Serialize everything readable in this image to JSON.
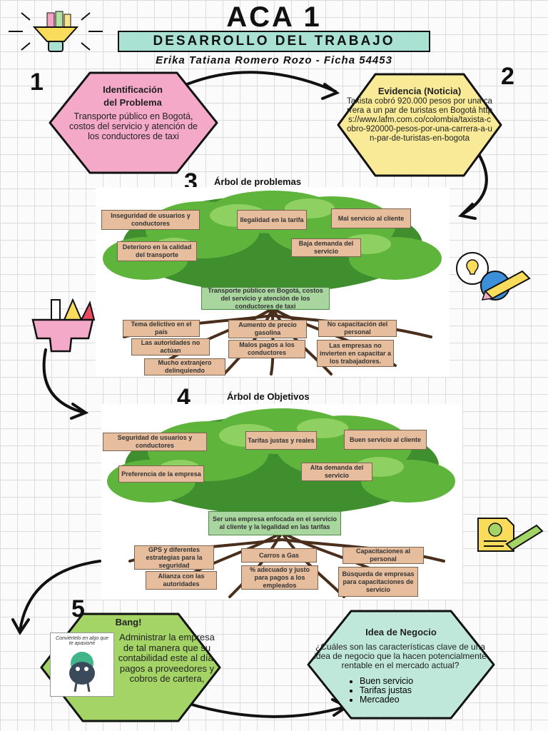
{
  "header": {
    "title": "ACA 1",
    "subtitle": "DESARROLLO DEL TRABAJO",
    "author": "Erika Tatiana Romero Rozo - Ficha 54453"
  },
  "step1": {
    "number": "1",
    "heading_line1": "Identificación",
    "heading_line2": "del Problema",
    "body": "Transporte público en Bogotá, costos del servicio y atención de los conductores de taxi",
    "color": "#f4a9c9"
  },
  "step2": {
    "number": "2",
    "heading": "Evidencia (Noticia)",
    "body": "Taxista cobró 920.000 pesos por una carrera a un par de turistas en Bogotá https://www.lafm.com.co/colombia/taxista-cobro-920000-pesos-por-una-carrera-a-un-par-de-turistas-en-bogota",
    "color": "#f8ea96"
  },
  "step3": {
    "number": "3",
    "title": "Árbol de problemas",
    "effects": [
      "Inseguridad de usuarios y conductores",
      "Ilegalidad en la tarifa",
      "Mal servicio al cliente",
      "Deterioro en la calidad del transporte",
      "Baja demanda del servicio"
    ],
    "core": "Transporte público en Bogotá, costos del servicio y atención de los conductores de taxi",
    "causes": [
      "Tema delictivo en el país",
      "Aumento de precio gasolina",
      "No capacitación del personal",
      "Las autoridades no actúan",
      "Malos pagos a los conductores",
      "Las empresas no invierten en capacitar a los trabajadores.",
      "Mucho extranjero delinquiendo"
    ]
  },
  "step4": {
    "number": "4",
    "title": "Árbol de Objetivos",
    "ends": [
      "Seguridad de usuarios y conductores",
      "Tarifas justas y reales",
      "Buen servicio al cliente",
      "Preferencia de la empresa",
      "Alta demanda del servicio"
    ],
    "core": "Ser una empresa enfocada en el servicio al cliente y la legalidad en las tarifas",
    "means": [
      "GPS y diferentes estrategias para la seguridad",
      "Carros a Gas",
      "Capacitaciones al personal",
      "Alianza con las autoridades",
      "% adecuado y justo para pagos a los empleados",
      "Búsqueda de empresas para capacitaciones de servicio"
    ]
  },
  "step5": {
    "number": "5",
    "heading": "Bang!",
    "body": "Administrar la empresa de tal manera que su contabilidad este al día. pagos a proveedores y cobros de cartera,",
    "image_caption": "Conviértelo en algo que te apasione",
    "color": "#a4d465"
  },
  "idea": {
    "heading": "Idea de Negocio",
    "question": "¿Cuáles son las características clave de una idea de negocio que la hacen potencialmente rentable en el mercado actual?",
    "bullets": [
      "Buen servicio",
      "Tarifas justas",
      "Mercadeo"
    ],
    "color": "#bfe8da"
  },
  "icons": [
    "lightbulb-funnel-icon",
    "lightbulb-pencil-icon",
    "pencil-ruler-cup-icon",
    "document-lightbulb-icon"
  ]
}
